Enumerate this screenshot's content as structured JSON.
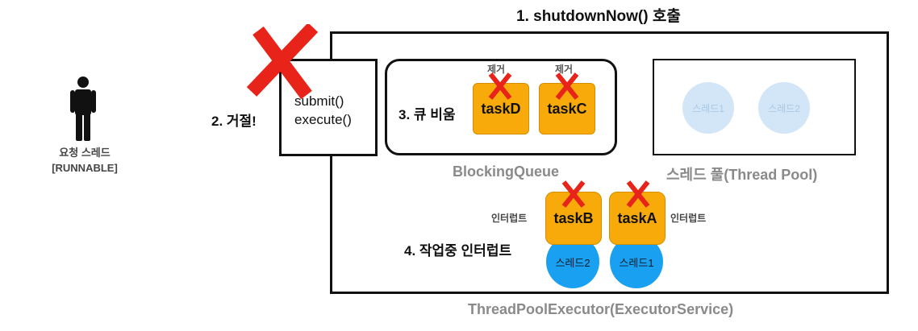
{
  "title": "1. shutdownNow() 호출",
  "requester": {
    "line1": "요청 스레드",
    "line2": "[RUNNABLE]"
  },
  "rejected_label": "2. 거절!",
  "submit_box": {
    "line1": "submit()",
    "line2": "execute()"
  },
  "queue": {
    "step_label": "3. 큐 비움",
    "name": "BlockingQueue",
    "tasks": [
      {
        "label": "taskD",
        "tag": "제거"
      },
      {
        "label": "taskC",
        "tag": "제거"
      }
    ]
  },
  "thread_pool": {
    "name": "스레드 풀(Thread Pool)",
    "threads": [
      "스레드1",
      "스레드2"
    ]
  },
  "running": {
    "step_label": "4. 작업중 인터럽트",
    "interrupt_label": "인터럽트",
    "items": [
      {
        "task": "taskB",
        "thread": "스레드2"
      },
      {
        "task": "taskA",
        "thread": "스레드1"
      }
    ]
  },
  "executor_name": "ThreadPoolExecutor(ExecutorService)",
  "colors": {
    "task": "#f7aa0a",
    "thread_busy": "#1aa0f0",
    "thread_idle": "#d3e6f7",
    "cross": "#e8231a"
  }
}
